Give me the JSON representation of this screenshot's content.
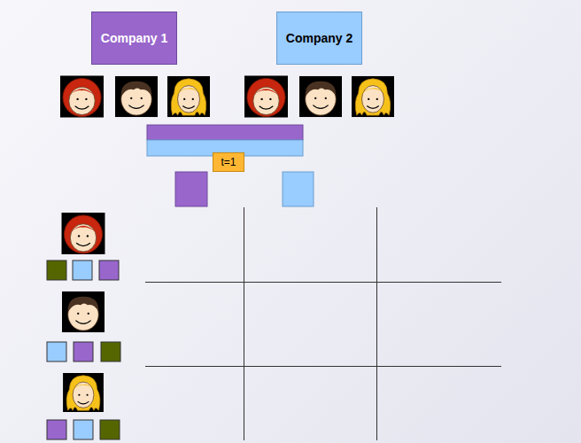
{
  "diagram": {
    "nodes": [
      {
        "text": [
          "Company 1"
        ]
      },
      {
        "text": [
          "Company 2"
        ]
      },
      {
        "text": [
          "t=1"
        ]
      }
    ]
  }
}
